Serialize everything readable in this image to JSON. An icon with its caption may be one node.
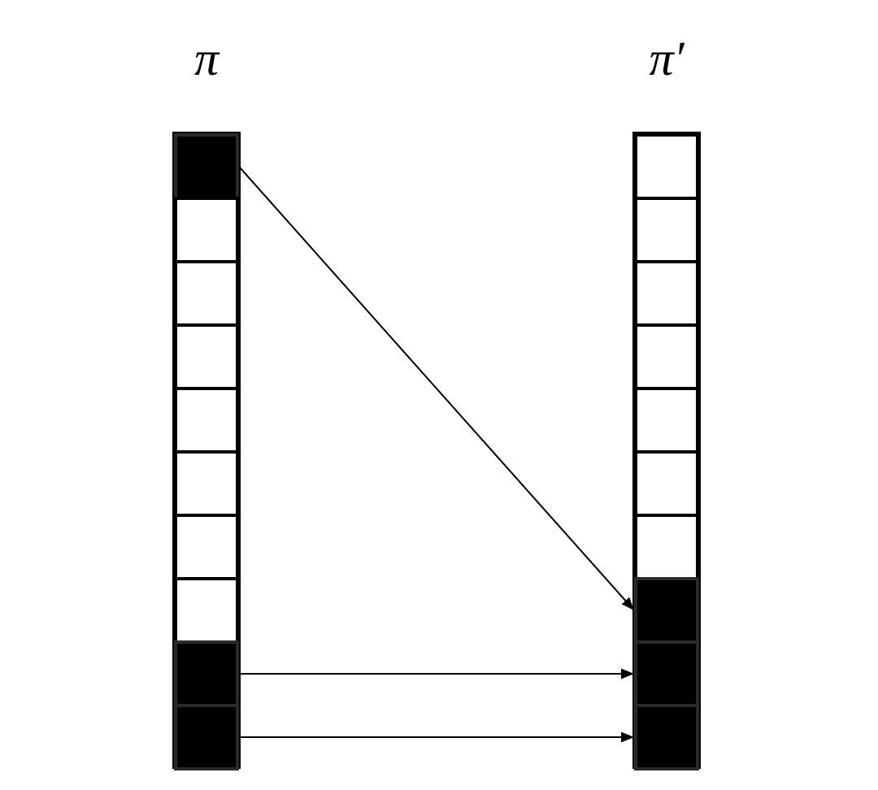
{
  "diagram": {
    "nodes": [
      {
        "text": [],
        "shape": "box",
        "beside": [
          "π"
        ]
      },
      {
        "text": [],
        "shape": "box",
        "in": 0
      },
      {
        "text": [],
        "shape": "box",
        "in": 0
      },
      {
        "text": [],
        "shape": "box",
        "in": 0
      },
      {
        "text": [],
        "shape": "box",
        "in": 0
      },
      {
        "text": [],
        "shape": "box",
        "in": 0
      },
      {
        "text": [],
        "shape": "box",
        "in": 0
      },
      {
        "text": [],
        "shape": "box",
        "in": 0
      },
      {
        "text": [],
        "shape": "box",
        "in": 0
      },
      {
        "text": [],
        "shape": "box",
        "in": 0
      },
      {
        "text": [],
        "shape": "box",
        "in": 0
      },
      {
        "text": [],
        "shape": "box",
        "beside": [
          "π′"
        ]
      },
      {
        "text": [],
        "shape": "box",
        "in": 11
      },
      {
        "text": [],
        "shape": "box",
        "in": 11
      },
      {
        "text": [],
        "shape": "box",
        "in": 11
      },
      {
        "text": [],
        "shape": "box",
        "in": 11
      },
      {
        "text": [],
        "shape": "box",
        "in": 11
      },
      {
        "text": [],
        "shape": "box",
        "in": 11
      },
      {
        "text": [],
        "shape": "box",
        "in": 11
      },
      {
        "text": [],
        "shape": "box",
        "in": 11
      },
      {
        "text": [],
        "shape": "box",
        "in": 11
      },
      {
        "text": [],
        "shape": "box",
        "in": 11
      }
    ],
    "edges": [
      {
        "from": 1,
        "to": 19,
        "arrow": "to"
      },
      {
        "from": 9,
        "to": 20,
        "arrow": "to"
      },
      {
        "from": 10,
        "to": 21,
        "arrow": "to"
      }
    ]
  }
}
